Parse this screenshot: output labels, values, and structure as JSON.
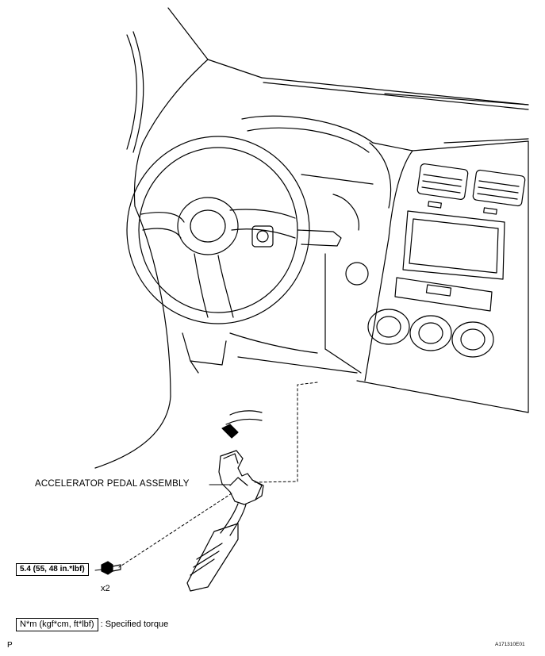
{
  "labels": {
    "part_name": "ACCELERATOR PEDAL ASSEMBLY",
    "torque_value": "5.4 (55, 48 in.*lbf)",
    "quantity": "x2",
    "legend_units": "N*m (kgf*cm, ft*lbf)",
    "legend_text": ": Specified torque",
    "corner_mark": "P",
    "figure_code": "A171310E01"
  }
}
